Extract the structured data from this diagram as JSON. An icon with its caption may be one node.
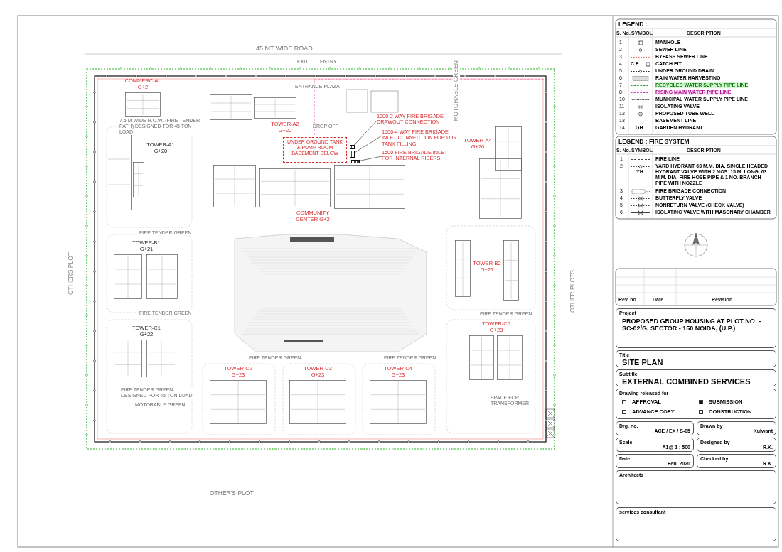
{
  "diagram": {
    "nodes": [
      {
        "text": [
          "COMMERCIAL G+2"
        ]
      },
      {
        "text": [
          "TOWER-A1 G+20"
        ]
      },
      {
        "text": [
          "TOWER-A2 G+20"
        ]
      },
      {
        "text": [
          "TOWER-A4 G+20"
        ]
      },
      {
        "text": [
          "COMMUNITY CENTER G+2"
        ]
      },
      {
        "text": [
          "TOWER-B1 G+21"
        ]
      },
      {
        "text": [
          "TOWER-B2 G+21"
        ]
      },
      {
        "text": [
          "TOWER-C1 G+22"
        ]
      },
      {
        "text": [
          "TOWER-C2 G+23"
        ]
      },
      {
        "text": [
          "TOWER-C3 G+23"
        ]
      },
      {
        "text": [
          "TOWER-C4 G+23"
        ]
      },
      {
        "text": [
          "TOWER-C5 G+23"
        ]
      },
      {
        "text": [
          "UNDER GROUND TANK & PUMP ROOM BASEMENT BELOW"
        ]
      },
      {
        "text": [
          "1000-2 WAY FIRE BRIGADE DRAWOUT CONNECTION"
        ]
      },
      {
        "text": [
          "1500-4 WAY FIRE BRIGADE INLET CONNECTION FOR U.G. TANK FILLING"
        ]
      },
      {
        "text": [
          "1500 FIRE BRIGADE INLET FOR INTERNAL RISERS"
        ]
      },
      {
        "text": [],
        "shape": "box"
      },
      {
        "text": [],
        "shape": "box"
      },
      {
        "text": [],
        "shape": "box"
      },
      {
        "text": [
          "Project",
          "PROPOSED GROUP HOUSING AT PLOT NO: - SC-02/G, SECTOR - 150 NOIDA, (U.P.)"
        ]
      },
      {
        "text": [
          "Title",
          "SITE PLAN"
        ]
      },
      {
        "text": [
          "Subtitle",
          "EXTERNAL COMBINED SERVICES"
        ]
      },
      {
        "text": [
          "Drawing released for",
          "APPROVAL",
          "SUBMISSION",
          "ADVANCE COPY",
          "CONSTRUCTION"
        ]
      },
      {
        "text": [
          "Drg. no.",
          "ACE / EX / S-05"
        ]
      },
      {
        "text": [
          "Drawn by",
          "Kulwant"
        ]
      },
      {
        "text": [
          "Scale",
          "A1@ 1 : 500"
        ]
      },
      {
        "text": [
          "Designed by",
          "R.K."
        ]
      },
      {
        "text": [
          "Date",
          "Feb. 2020"
        ]
      },
      {
        "text": [
          "Checked by",
          "R.K."
        ]
      },
      {
        "text": [
          "Architects :"
        ]
      },
      {
        "text": [
          "services consultant"
        ]
      }
    ],
    "edges": [
      {
        "from": 13,
        "to": 16,
        "arrow": "none"
      },
      {
        "from": 14,
        "to": 17,
        "arrow": "none"
      },
      {
        "from": 15,
        "to": 18,
        "arrow": "none"
      }
    ],
    "labels": [
      "45 MT WIDE ROAD",
      "EXIT",
      "ENTRY",
      "ENTRANCE PLAZA",
      "DROP OFF",
      "MOTORABLE GREEN",
      "7.5 M WIDE R.O.W. (FIRE TENDER PATH) DESIGNED FOR 45 TON LOAD",
      "OTHERS PLOT",
      "FIRE TENDER GREEN",
      "FIRE TENDER GREEN",
      "FIRE TENDER GREEN",
      "FIRE TENDER GREEN",
      "FIRE TENDER GREEN",
      "OTHER PLOTS",
      "FIRE TENDER GREEN DESIGNED FOR 45 TON LOAD",
      "MOTORABLE GREEN",
      "SPACE FOR TRANSFORMER",
      "OTHER'S PLOT",
      "LEGEND :",
      "S. No.",
      "SYMBOL",
      "DESCRIPTION",
      "1",
      "2",
      "3",
      "4",
      "5",
      "6",
      "7",
      "8",
      "10",
      "11",
      "12",
      "13",
      "14",
      "C.P.",
      "GH",
      "LEGEND : FIRE SYSTEM",
      "S. No.",
      "SYMBOL",
      "DESCRIPTION",
      "1",
      "2",
      "3",
      "4",
      "5",
      "6",
      "YH",
      "Rev. no.",
      "Date",
      "Revision"
    ],
    "legend": [
      {
        "text": "MANHOLE"
      },
      {
        "text": "SEWER LINE"
      },
      {
        "text": "BYPASS SEWER LINE"
      },
      {
        "text": "CATCH PIT"
      },
      {
        "text": "UNDER GROUND DRAIN"
      },
      {
        "text": "RAIN WATER HARVESTING"
      },
      {
        "text": "RECYCLED WATER SUPPLY PIPE LINE"
      },
      {
        "text": "RISING MAIN WATER PIPE LINE"
      },
      {
        "text": "MUNICIPAL WATER SUPPLY PIPE LINE"
      },
      {
        "text": "ISOLATING VALVE"
      },
      {
        "text": "PROPOSED TUBE WELL"
      },
      {
        "text": "BASEMENT LINE"
      },
      {
        "text": "GARDEN HYDRANT"
      },
      {
        "text": "FIRE LINE"
      },
      {
        "text": "YARD HYDRANT 63 M.M. DIA. SINGLE HEADED HYDRANT VALVE WITH 2 NOS. 15 M. LONG, 63 M.M. DIA. FIRE HOSE PIPE & 1 NO. BRANCH PIPE WITH NOZZLE"
      },
      {
        "text": "FIRE BRIGADE CONNECTION"
      },
      {
        "text": "BUTTERFLY VALVE"
      },
      {
        "text": "NONRETURN VALVE (CHECK VALVE)"
      },
      {
        "text": "ISOLATING VALVE WITH MASONARY CHAMBER"
      }
    ]
  }
}
